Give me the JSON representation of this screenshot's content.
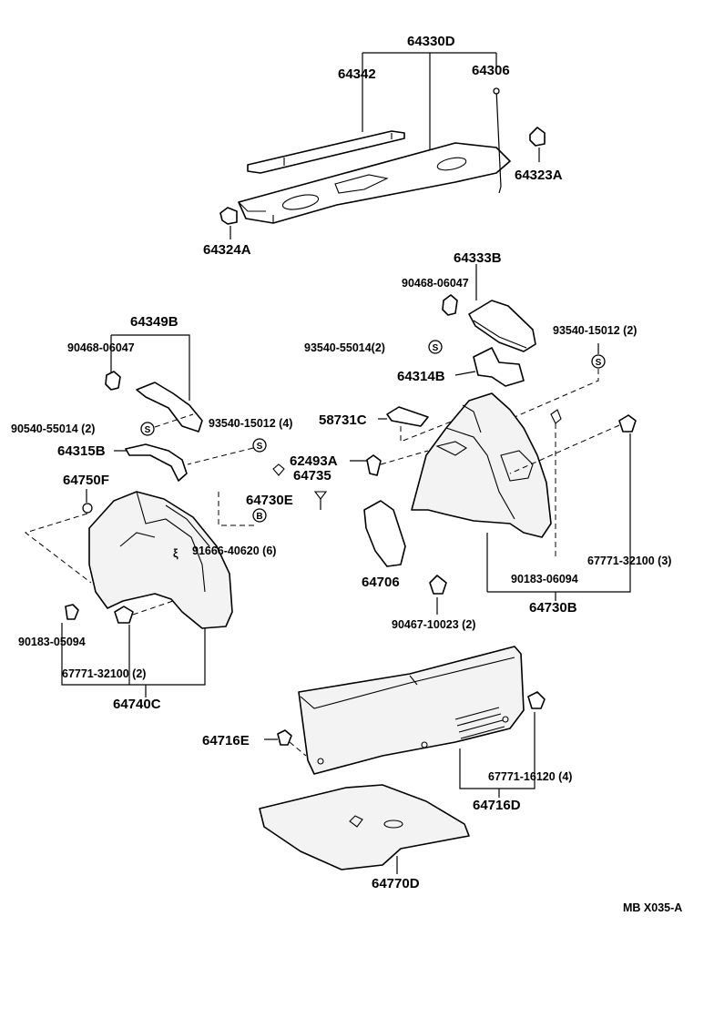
{
  "labels": {
    "p64330D": "64330D",
    "p64342": "64342",
    "p64306": "64306",
    "p64323A": "64323A",
    "p64324A": "64324A",
    "p64333B": "64333B",
    "p90468_a": "90468-06047",
    "p93540_55014": "93540-55014(2)",
    "p93540_15012_r": "93540-15012 (2)",
    "p64314B": "64314B",
    "p64349B": "64349B",
    "p90468_b": "90468-06047",
    "p90540": "90540-55014 (2)",
    "p93540_15012_l": "93540-15012 (4)",
    "p58731C": "58731C",
    "p64315B": "64315B",
    "p62493A": "62493A",
    "p64735": "64735",
    "p64750F": "64750F",
    "p64730E": "64730E",
    "p91666": "91666-40620 (6)",
    "p64706": "64706",
    "p67771_32100_3": "67771-32100 (3)",
    "p90183_r": "90183-06094",
    "p64730B": "64730B",
    "p90467": "90467-10023 (2)",
    "p90183_l": "90183-05094",
    "p67771_32100_2": "67771-32100 (2)",
    "p64740C": "64740C",
    "p64716E": "64716E",
    "p67771_16120": "67771-16120 (4)",
    "p64716D": "64716D",
    "p64770D": "64770D",
    "diagram_code": "MB X035-A"
  },
  "symbols": {
    "s": "S",
    "b": "B"
  }
}
